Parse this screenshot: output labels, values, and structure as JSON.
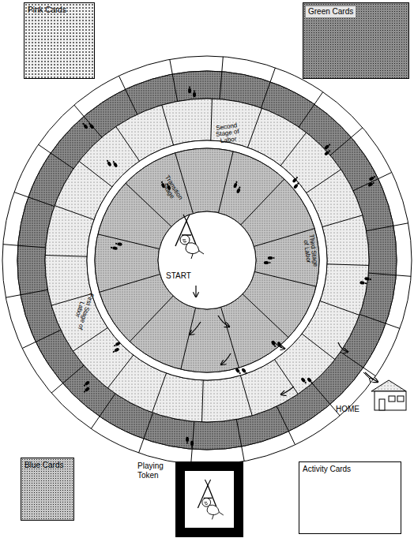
{
  "diagram": {
    "nodes": [
      {
        "text": [
          "Pink Cards"
        ]
      },
      {
        "text": [
          "Green Cards"
        ]
      },
      {
        "text": [
          "Second Stage of Labor"
        ]
      },
      {
        "text": [
          "Transition Stage"
        ]
      },
      {
        "text": [
          "START"
        ]
      },
      {
        "text": [
          "Third Stage of Labor"
        ]
      },
      {
        "text": [
          "First Stage of Labor"
        ]
      },
      {
        "text": [
          "Blue Cards"
        ]
      },
      {
        "text": [
          "Playing Token"
        ]
      },
      {
        "text": [
          "Activity Cards"
        ]
      }
    ],
    "labels": [
      "HOME"
    ]
  }
}
